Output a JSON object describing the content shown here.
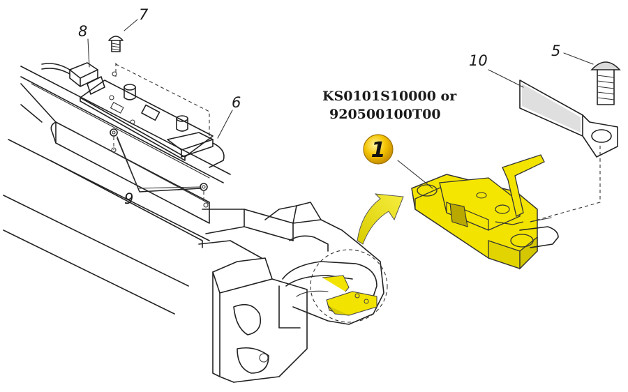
{
  "labels": {
    "n5": "5",
    "n6": "6",
    "n7": "7",
    "n8": "8",
    "n9": "9",
    "n10": "10",
    "badge": "1"
  },
  "part_numbers": {
    "line1": "KS0101S10000 or",
    "line2": "920500100T00"
  },
  "colors": {
    "highlight": "#f2e300",
    "badge_fill": "#f4c400",
    "arrow_fill": "#e8dc00",
    "line": "#222222"
  }
}
